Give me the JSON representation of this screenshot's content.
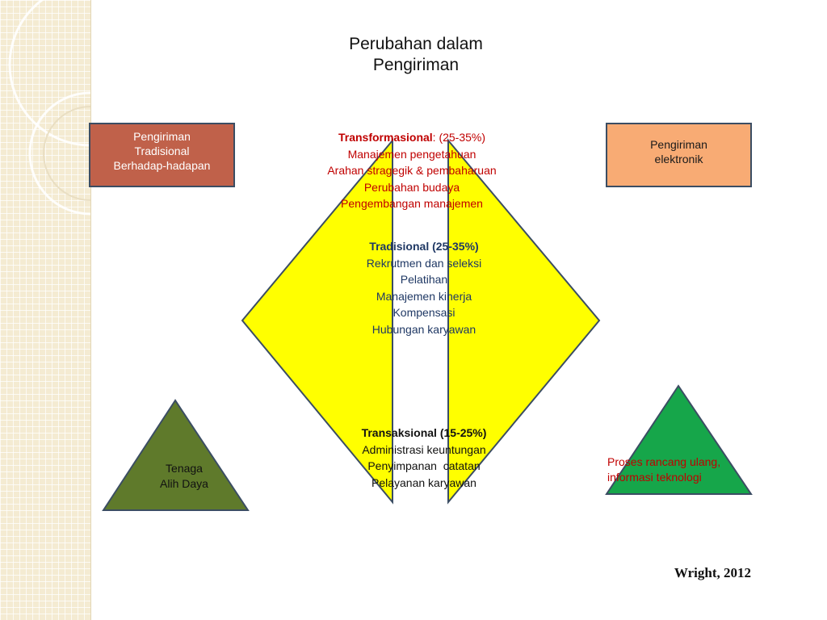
{
  "title": {
    "line1": "Perubahan dalam",
    "line2": "Pengiriman"
  },
  "boxes": {
    "traditional": {
      "lines": [
        "Pengiriman",
        "Tradisional",
        "Berhadap-hadapan"
      ],
      "fill": "#c0614a"
    },
    "electronic": {
      "lines": [
        "Pengiriman",
        "elektronik"
      ],
      "fill": "#f8ab74"
    }
  },
  "transformational": {
    "heading": "Transformasional",
    "range": ": (25-35%)",
    "items": [
      "Manajemen pengetahuan",
      "Arahan stragegik & pembaharuan",
      "Perubahan budaya",
      "Pengembangan manajemen"
    ],
    "color": "#c00000"
  },
  "traditional_block": {
    "heading": "Tradisional (25-35%)",
    "items": [
      "Rekrutmen dan seleksi",
      "Pelatihan",
      "Manajemen kinerja",
      "Kompensasi",
      "Hubungan karyawan"
    ],
    "color": "#1f3864"
  },
  "transactional": {
    "heading": "Transaksional (15-25%)",
    "items": [
      "Administrasi keuntungan",
      "Penyimpanan  catatan",
      "Pelayanan karyawan"
    ]
  },
  "triangles": {
    "left": {
      "lines": [
        "Tenaga",
        "Alih Daya"
      ],
      "fill": "#5f7a2b"
    },
    "right": {
      "lines": [
        "Proses rancang ulang,",
        "informasi teknologi"
      ],
      "fill": "#16a64a",
      "text_color": "#c00000"
    }
  },
  "shapes": {
    "diamond_fill": "#ffff00"
  },
  "citation": "Wright, 2012"
}
